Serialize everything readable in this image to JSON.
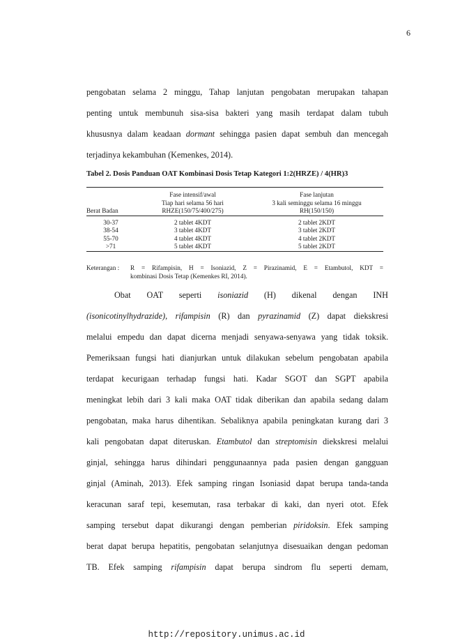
{
  "page_number": "6",
  "paragraph1": {
    "lines": [
      "pengobatan selama 2 minggu,  Tahap lanjutan pengobatan merupakan tahapan",
      "penting untuk membunuh sisa-sisa bakteri yang masih terdapat dalam tubuh",
      "khususnya dalam keadaan",
      "dormant",
      "sehingga pasien dapat sembuh dan mencegah",
      "terjadinya kekambuhan (Kemenkes, 2014)."
    ]
  },
  "table": {
    "caption": "Tabel 2. Dosis Panduan OAT Kombinasi Dosis Tetap Kategori 1:2(HRZE) / 4(HR)3",
    "header": {
      "col1": "Berat Badan",
      "col2": [
        "Fase intensif/awal",
        "Tiap hari selama 56 hari",
        "RHZE(150/75/400/275)"
      ],
      "col3": [
        "Fase lanjutan",
        "3 kali seminggu selama 16 minggu",
        "RH(150/150)"
      ]
    },
    "rows": [
      [
        "30-37",
        "2 tablet 4KDT",
        "2 tablet 2KDT"
      ],
      [
        "38-54",
        "3 tablet 4KDT",
        "3 tablet 2KDT"
      ],
      [
        "55-70",
        "4 tablet 4KDT",
        "4 tablet 2KDT"
      ],
      [
        ">71",
        "5 tablet 4KDT",
        "5 tablet 2KDT"
      ]
    ],
    "note_label": "Keterangan  :",
    "note_line1": "R = Rifampisin, H = Isoniazid, Z = Pirazinamid, E = Etambutol, KDT =",
    "note_line2": "kombinasi Dosis Tetap (Kemenkes RI, 2014)."
  },
  "paragraph2": {
    "l1": {
      "a": "Obat OAT seperti ",
      "b": "isoniazid",
      "c": " (H) dikenal dengan INH"
    },
    "l2": {
      "a": "(isonicotinylhydrazide)",
      "b": ", ",
      "c": "rifampisin",
      "d": " (R) dan ",
      "e": "pyrazinamid",
      "f": " (Z) dapat diekskresi"
    },
    "l3": "melalui empedu dan dapat dicerna menjadi senyawa-senyawa yang tidak toksik.",
    "l4": "Pemeriksaan fungsi hati dianjurkan untuk dilakukan sebelum pengobatan apabila",
    "l5": "terdapat kecurigaan terhadap fungsi hati.  Kadar SGOT dan SGPT apabila",
    "l6": "meningkat lebih dari 3 kali maka OAT tidak diberikan dan apabila sedang dalam",
    "l7": "pengobatan, maka harus dihentikan.  Sebaliknya apabila peningkatan kurang dari 3",
    "l8": {
      "a": "kali pengobatan dapat diteruskan.  ",
      "b": "Etambutol",
      "c": " dan ",
      "d": "streptomisin",
      "e": " diekskresi melalui"
    },
    "l9": "ginjal, sehingga harus dihindari penggunaannya pada pasien dengan gangguan",
    "l10": "ginjal (Aminah, 2013).  Efek samping ringan Isoniasid dapat berupa tanda-tanda",
    "l11": "keracunan saraf tepi, kesemutan, rasa terbakar di kaki, dan nyeri otot.  Efek",
    "l12": {
      "a": "samping tersebut dapat dikurangi dengan pemberian ",
      "b": "piridoksin",
      "c": ".  Efek samping"
    },
    "l13": "berat dapat berupa hepatitis, pengobatan selanjutnya disesuaikan dengan pedoman",
    "l14": {
      "a": "TB.  Efek samping ",
      "b": "rifampisin",
      "c": " dapat berupa sindrom flu seperti demam,"
    }
  },
  "footer": "http://repository.unimus.ac.id"
}
